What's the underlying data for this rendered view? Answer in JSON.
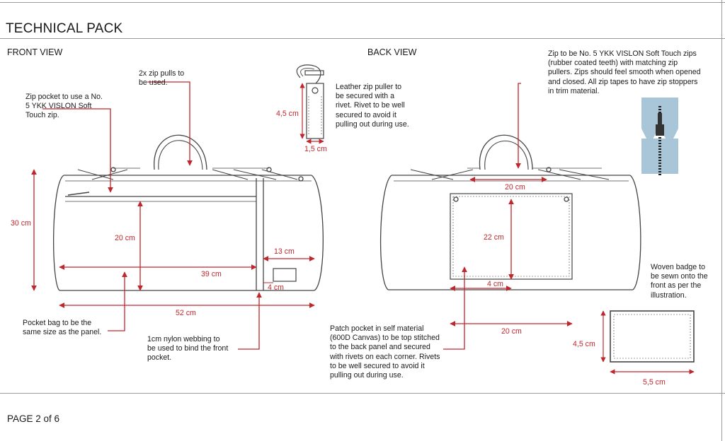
{
  "header": {
    "title": "TECHNICAL PACK"
  },
  "front_view": {
    "label": "FRONT VIEW",
    "notes": {
      "zip_pocket": "Zip pocket to use a No.\n5 YKK VISLON Soft\nTouch zip.",
      "zip_pulls": "2x zip pulls to\nbe used.",
      "pocket_bag": "Pocket bag to be the\nsame size as the panel.",
      "webbing": "1cm nylon webbing to\nbe used to bind the front\npocket."
    },
    "dims": {
      "height": "30 cm",
      "pocket_height": "20 cm",
      "pocket_width": "39 cm",
      "side_panel": "13 cm",
      "badge_offset": "4 cm",
      "width": "52 cm"
    }
  },
  "puller": {
    "note": "Leather zip puller to\nbe secured with a\nrivet. Rivet to be well\nsecured to avoid it\npulling out during use.",
    "dims": {
      "height": "4,5 cm",
      "width": "1,5 cm"
    }
  },
  "back_view": {
    "label": "BACK VIEW",
    "notes": {
      "zip": "Zip to be No. 5 YKK VISLON Soft Touch zips\n(rubber coated teeth) with matching zip\npullers. Zips should feel smooth when opened\nand closed. All zip tapes to have zip stoppers\nin trim material.",
      "patch_pocket": "Patch pocket in self material\n(600D Canvas) to be top stitched\nto the back panel and secured\nwith rivets on each corner. Rivets\nto be well secured to avoid it\npulling out during use."
    },
    "dims": {
      "zip_top": "20 cm",
      "pocket_height": "22 cm",
      "pocket_offset": "4 cm",
      "pocket_width": "20 cm"
    }
  },
  "badge": {
    "note": "Woven badge to\nbe sewn onto the\nfront as per the\nillustration.",
    "dims": {
      "height": "4,5 cm",
      "width": "5,5 cm"
    }
  },
  "footer": {
    "page": "PAGE 2 of 6"
  },
  "colors": {
    "dimension": "#c0272d",
    "outline": "#444444",
    "zip_tape": "#a9c6d8",
    "rule": "#9a9a9a"
  }
}
